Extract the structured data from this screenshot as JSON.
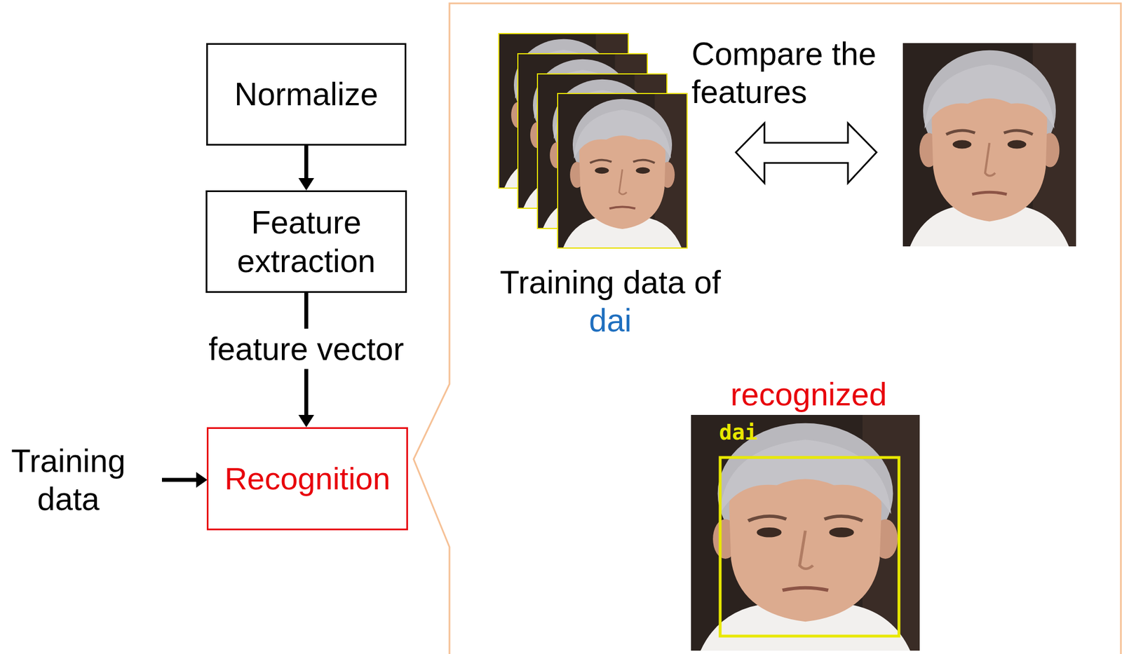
{
  "diagram": {
    "nodes": [
      {
        "text": [
          "Normalize"
        ]
      },
      {
        "text": [
          "Feature extraction"
        ]
      },
      {
        "text": [
          "Recognition"
        ]
      }
    ],
    "edges": [
      {
        "from": 0,
        "to": 1,
        "arrow": "to"
      },
      {
        "from": 1,
        "to": 2,
        "arrow": "to",
        "label": "feature vector"
      }
    ],
    "labels": [
      "Compare the features",
      "Training data of",
      "dai",
      "recognized",
      "dai",
      "Training data"
    ]
  }
}
